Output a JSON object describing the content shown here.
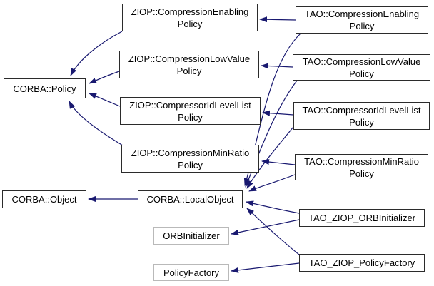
{
  "diagram": {
    "type": "class-inheritance-graph",
    "colors": {
      "arrow": "#191970",
      "node_border": "#2b2b2b",
      "external_node_border": "#b9b9b9",
      "node_background": "#ffffff",
      "text": "#000000",
      "background": "#ffffff"
    },
    "nodes": [
      {
        "id": "ziop-compression-enabling-policy",
        "label": "ZIOP::CompressionEnablingPolicy",
        "line1": "ZIOP::CompressionEnabling",
        "line2": "Policy",
        "style": "documented"
      },
      {
        "id": "tao-compression-enabling-policy",
        "label": "TAO::CompressionEnablingPolicy",
        "line1": "TAO::CompressionEnabling",
        "line2": "Policy",
        "style": "documented"
      },
      {
        "id": "ziop-compression-low-value-policy",
        "label": "ZIOP::CompressionLowValuePolicy",
        "line1": "ZIOP::CompressionLowValue",
        "line2": "Policy",
        "style": "documented"
      },
      {
        "id": "tao-compression-low-value-policy",
        "label": "TAO::CompressionLowValuePolicy",
        "line1": "TAO::CompressionLowValue",
        "line2": "Policy",
        "style": "documented"
      },
      {
        "id": "corba-policy",
        "label": "CORBA::Policy",
        "line1": "CORBA::Policy",
        "line2": "",
        "style": "documented"
      },
      {
        "id": "ziop-compressor-id-level-list-policy",
        "label": "ZIOP::CompressorIdLevelListPolicy",
        "line1": "ZIOP::CompressorIdLevelList",
        "line2": "Policy",
        "style": "documented"
      },
      {
        "id": "tao-compressor-id-level-list-policy",
        "label": "TAO::CompressorIdLevelListPolicy",
        "line1": "TAO::CompressorIdLevelList",
        "line2": "Policy",
        "style": "documented"
      },
      {
        "id": "ziop-compression-min-ratio-policy",
        "label": "ZIOP::CompressionMinRatioPolicy",
        "line1": "ZIOP::CompressionMinRatio",
        "line2": "Policy",
        "style": "documented"
      },
      {
        "id": "tao-compression-min-ratio-policy",
        "label": "TAO::CompressionMinRatioPolicy",
        "line1": "TAO::CompressionMinRatio",
        "line2": "Policy",
        "style": "documented"
      },
      {
        "id": "corba-object",
        "label": "CORBA::Object",
        "line1": "CORBA::Object",
        "line2": "",
        "style": "documented"
      },
      {
        "id": "corba-local-object",
        "label": "CORBA::LocalObject",
        "line1": "CORBA::LocalObject",
        "line2": "",
        "style": "documented"
      },
      {
        "id": "orb-initializer",
        "label": "ORBInitializer",
        "line1": "ORBInitializer",
        "line2": "",
        "style": "external"
      },
      {
        "id": "tao-ziop-orb-initializer",
        "label": "TAO_ZIOP_ORBInitializer",
        "line1": "TAO_ZIOP_ORBInitializer",
        "line2": "",
        "style": "documented"
      },
      {
        "id": "policy-factory",
        "label": "PolicyFactory",
        "line1": "PolicyFactory",
        "line2": "",
        "style": "external"
      },
      {
        "id": "tao-ziop-policy-factory",
        "label": "TAO_ZIOP_PolicyFactory",
        "line1": "TAO_ZIOP_PolicyFactory",
        "line2": "",
        "style": "documented"
      }
    ],
    "edges": [
      {
        "from": "ZIOP::CompressionEnablingPolicy",
        "to": "CORBA::Policy"
      },
      {
        "from": "ZIOP::CompressionLowValuePolicy",
        "to": "CORBA::Policy"
      },
      {
        "from": "ZIOP::CompressorIdLevelListPolicy",
        "to": "CORBA::Policy"
      },
      {
        "from": "ZIOP::CompressionMinRatioPolicy",
        "to": "CORBA::Policy"
      },
      {
        "from": "TAO::CompressionEnablingPolicy",
        "to": "ZIOP::CompressionEnablingPolicy"
      },
      {
        "from": "TAO::CompressionLowValuePolicy",
        "to": "ZIOP::CompressionLowValuePolicy"
      },
      {
        "from": "TAO::CompressorIdLevelListPolicy",
        "to": "ZIOP::CompressorIdLevelListPolicy"
      },
      {
        "from": "TAO::CompressionMinRatioPolicy",
        "to": "ZIOP::CompressionMinRatioPolicy"
      },
      {
        "from": "CORBA::LocalObject",
        "to": "CORBA::Object"
      },
      {
        "from": "TAO::CompressionEnablingPolicy",
        "to": "CORBA::LocalObject"
      },
      {
        "from": "TAO::CompressionLowValuePolicy",
        "to": "CORBA::LocalObject"
      },
      {
        "from": "TAO::CompressorIdLevelListPolicy",
        "to": "CORBA::LocalObject"
      },
      {
        "from": "TAO::CompressionMinRatioPolicy",
        "to": "CORBA::LocalObject"
      },
      {
        "from": "TAO_ZIOP_ORBInitializer",
        "to": "CORBA::LocalObject"
      },
      {
        "from": "TAO_ZIOP_PolicyFactory",
        "to": "CORBA::LocalObject"
      },
      {
        "from": "TAO_ZIOP_ORBInitializer",
        "to": "ORBInitializer"
      },
      {
        "from": "TAO_ZIOP_PolicyFactory",
        "to": "PolicyFactory"
      }
    ]
  }
}
